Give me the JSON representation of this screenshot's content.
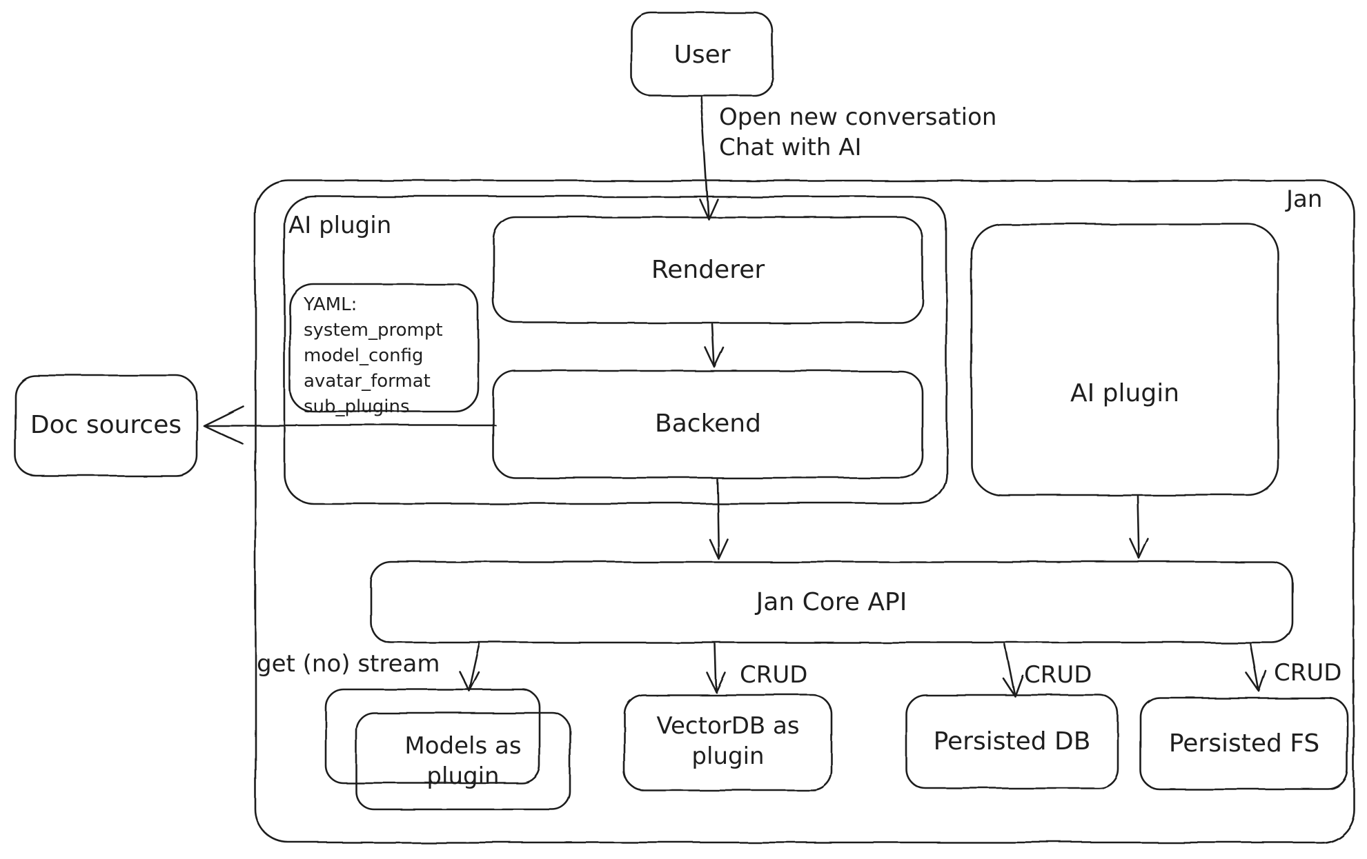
{
  "diagram": {
    "colors": {
      "stroke": "#1e1e1e",
      "background": "#ffffff"
    },
    "nodes": {
      "user": {
        "label": "User"
      },
      "jan": {
        "label": "Jan"
      },
      "ai_plugin_left": {
        "label": "AI plugin"
      },
      "renderer": {
        "label": "Renderer"
      },
      "yaml_note": {
        "lines": [
          "YAML:",
          "system_prompt",
          "model_config",
          "avatar_format",
          "sub_plugins"
        ]
      },
      "backend": {
        "label": "Backend"
      },
      "ai_plugin_right": {
        "label": "AI plugin"
      },
      "doc_sources": {
        "label": "Doc sources"
      },
      "jan_core_api": {
        "label": "Jan Core API"
      },
      "models_plugin": {
        "line1": "Models as",
        "line2": "plugin"
      },
      "vectordb_plugin": {
        "line1": "VectorDB as",
        "line2": "plugin"
      },
      "persisted_db": {
        "label": "Persisted DB"
      },
      "persisted_fs": {
        "label": "Persisted FS"
      }
    },
    "edges": {
      "user_to_renderer": {
        "line1": "Open new conversation",
        "line2": "Chat with AI"
      },
      "api_to_models": {
        "label": "get (no) stream"
      },
      "api_to_vectordb": {
        "label": "CRUD"
      },
      "api_to_persisted_db": {
        "label": "CRUD"
      },
      "api_to_persisted_fs": {
        "label": "CRUD"
      }
    }
  }
}
